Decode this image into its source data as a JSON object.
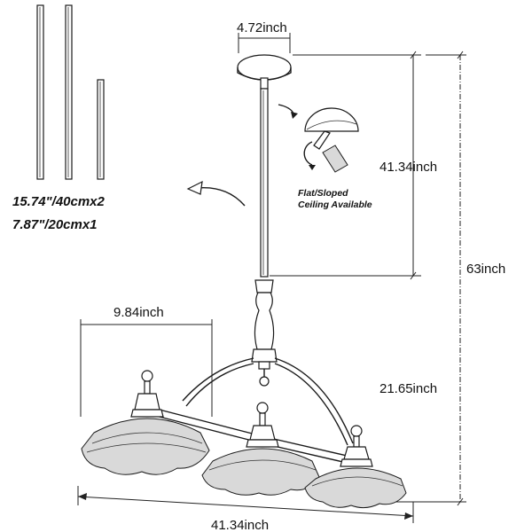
{
  "rods": {
    "line1": "15.74\"/40cmx2",
    "line2": "7.87\"/20cmx1"
  },
  "dimensions": {
    "canopy_width": "4.72inch",
    "rod_length": "41.34inch",
    "total_height": "63inch",
    "shade_width": "9.84inch",
    "fixture_height": "21.65inch",
    "fixture_width": "41.34inch"
  },
  "notes": {
    "ceiling_line1": "Flat/Sloped",
    "ceiling_line2": "Ceiling Available"
  }
}
